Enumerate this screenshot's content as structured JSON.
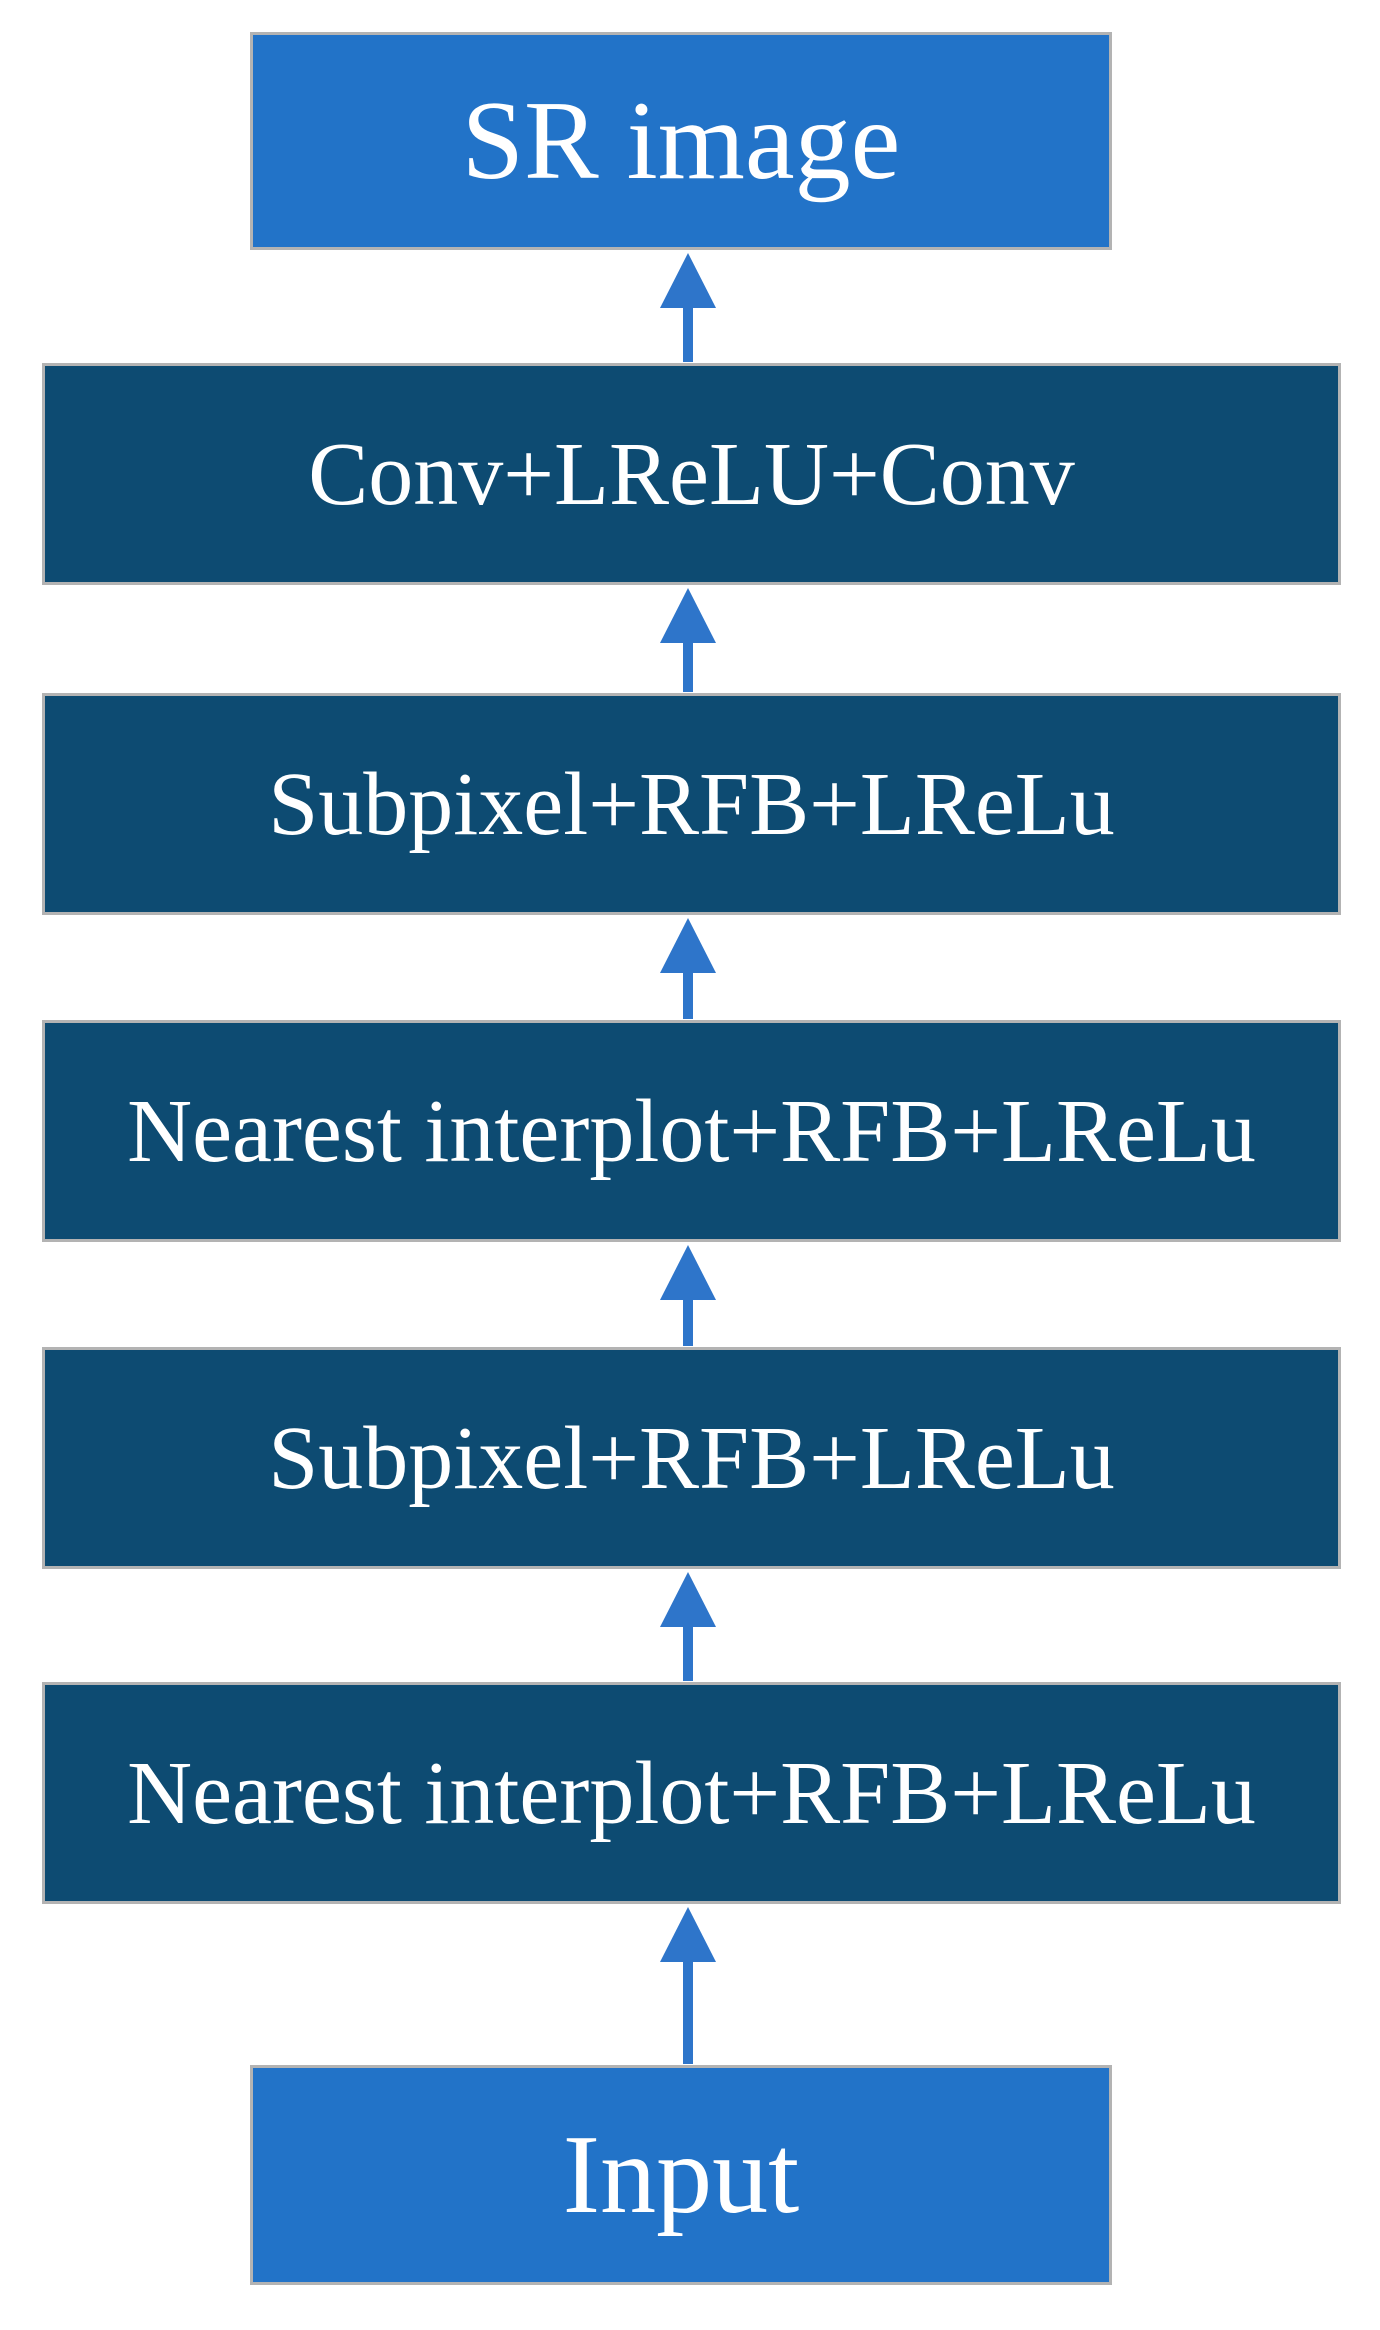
{
  "diagram": {
    "description": "Super-resolution network architecture flow diagram",
    "flow_direction": "bottom-to-top"
  },
  "colors": {
    "io-fill": "#2273c8",
    "layer-fill": "#0d4b72",
    "arrow": "#2e75ca",
    "border": "#b3b3b3",
    "text": "#ffffff"
  },
  "nodes": [
    {
      "id": "sr-image",
      "label": "SR image",
      "type": "io"
    },
    {
      "id": "conv-lrelu-conv",
      "label": "Conv+LReLU+Conv",
      "type": "layer"
    },
    {
      "id": "subpixel-1",
      "label": "Subpixel+RFB+LReLu",
      "type": "layer"
    },
    {
      "id": "nearest-1",
      "label": "Nearest interplot+RFB+LReLu",
      "type": "layer"
    },
    {
      "id": "subpixel-2",
      "label": "Subpixel+RFB+LReLu",
      "type": "layer"
    },
    {
      "id": "nearest-2",
      "label": "Nearest interplot+RFB+LReLu",
      "type": "layer"
    },
    {
      "id": "input",
      "label": "Input",
      "type": "io"
    }
  ],
  "arrows": [
    {
      "from": "input",
      "to": "nearest-2",
      "direction": "up"
    },
    {
      "from": "nearest-2",
      "to": "subpixel-2",
      "direction": "up"
    },
    {
      "from": "subpixel-2",
      "to": "nearest-1",
      "direction": "up"
    },
    {
      "from": "nearest-1",
      "to": "subpixel-1",
      "direction": "up"
    },
    {
      "from": "subpixel-1",
      "to": "conv-lrelu-conv",
      "direction": "up"
    },
    {
      "from": "conv-lrelu-conv",
      "to": "sr-image",
      "direction": "up"
    }
  ]
}
